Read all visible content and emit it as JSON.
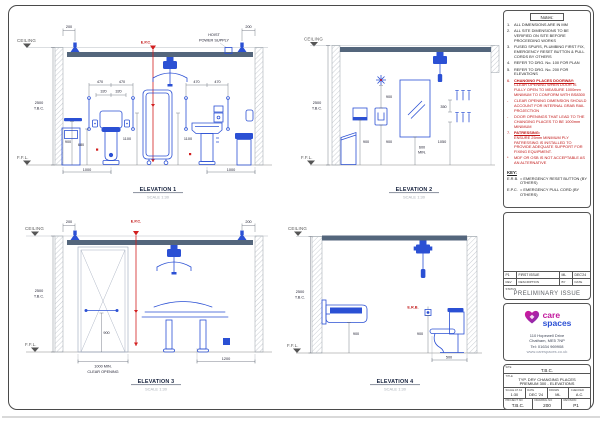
{
  "drawing": {
    "ceiling": "CEILING",
    "ffl": "F.F.L.",
    "d2500": "2500",
    "tbc": "T.B.C.",
    "scale": "SCALE 1:30",
    "el1": {
      "title": "ELEVATION 1",
      "epc": "E.P.C.",
      "hoist_line1": "HOIST",
      "hoist_line2": "POWER SUPPLY",
      "d200": "200",
      "d470": "470",
      "d320": "320",
      "d900": "900",
      "d680": "680",
      "d1100": "1100",
      "d1000": "1000"
    },
    "el2": {
      "title": "ELEVATION 2",
      "d900": "900",
      "d600": "600",
      "min": "MIN.",
      "d350": "350",
      "d1050": "1050"
    },
    "el3": {
      "title": "ELEVATION 3",
      "epc": "E.P.C.",
      "d200": "200",
      "d900": "900",
      "d1000min": "1000 MIN.",
      "clear_opening": "CLEAR OPENING",
      "d1200": "1200"
    },
    "el4": {
      "title": "ELEVATION 4",
      "erb": "E.R.B.",
      "d900": "900",
      "d500": "500"
    }
  },
  "notes": {
    "header": "Notes:",
    "items": [
      {
        "n": "1.",
        "text": "ALL DIMENSIONS ARE IN MM"
      },
      {
        "n": "2.",
        "text": "ALL SITE DIMENSIONS TO BE VERIFIED ON SITE BEFORE PROCEEDING WORKS"
      },
      {
        "n": "3.",
        "text": "FUSED SPURS, PLUMBING FIRST FIX, EMERGENCY RESET BUTTON & PULL CORDS BY OTHERS"
      },
      {
        "n": "4.",
        "text": "REFER TO DRG. No. 100 FOR PLAN"
      },
      {
        "n": "5.",
        "text": "REFER TO DRG. No. 200 FOR ELEVATIONS"
      },
      {
        "n": "6.",
        "heading": "CHANGING PLACES DOORWAY:",
        "text": "CLEAR OPENING WHEN DOOR IS FULLY OPEN TO MEASURE 1000mm MINIMUM TO CONFORM WITH BS8300",
        "color": "red"
      },
      {
        "n": "-",
        "text": "CLEAR OPENING DIMENSION SHOULD ACCOUNT FOR INTERNAL GRAB RAIL PROJECTION",
        "color": "red"
      },
      {
        "n": "-",
        "text": "DOOR OPENINGS THAT LEAD TO THE CHANGING PLACES TO BE 1000mm MINIMUM",
        "color": "red"
      },
      {
        "n": "7.",
        "heading": "PATRESSING:",
        "text": "ENSURE 25mm MINIMUM PLY PATRESSING IS INSTALLED TO PROVIDE ADEQUATE SUPPORT FOR FIXING EQUIPMENT.",
        "color": "red"
      },
      {
        "n": "*",
        "text": "MDF OR OSB IS NOT ACCEPTABLE AS AN ALTERNATIVE",
        "color": "red"
      }
    ]
  },
  "key": {
    "title": "KEY:",
    "entries": [
      {
        "abbr": "E.R.B.",
        "text": "= EMERGENCY RESET BUTTON (BY OTHERS)"
      },
      {
        "abbr": "E.P.C.",
        "text": "= EMERGENCY PULL CORD (BY OTHERS)"
      }
    ]
  },
  "revision": {
    "entry": {
      "rev": "P1",
      "description": "FIRST ISSUE",
      "by": "ML",
      "date": "DEC'24"
    },
    "header": {
      "rev": "REV",
      "description": "DESCRIPTION",
      "by": "BY",
      "date": "DATE"
    },
    "status_label": "STATUS",
    "status_value": "PRELIMINARY ISSUE"
  },
  "company": {
    "name1": "care",
    "name2": "spaces",
    "address1": "110 Hopewell Drive",
    "address2": "Chatham, ME5 7NP",
    "tel": "Tel: 01634 969908",
    "web": "www.carespaces.co.uk"
  },
  "title_block": {
    "site_label": "SITE",
    "site": "T.B.C.",
    "title_label": "TITLE",
    "title1": "TYP. DRY CHANGING PLACES",
    "title2": "PREMIUM 300 - ELEVATIONS",
    "scale_label": "SCALE AT A3",
    "scale": "1:30",
    "date_label": "DATE",
    "date": "DEC '24",
    "drawn_label": "DRAWN",
    "drawn": "ML",
    "checked_label": "CHECKED",
    "checked": "A.C.",
    "project_label": "PROJECT NO",
    "project": "T.B.C.",
    "drawing_label": "DRAWING NO",
    "drawing": "200",
    "revision_label": "REVISION",
    "revision": "P1"
  }
}
